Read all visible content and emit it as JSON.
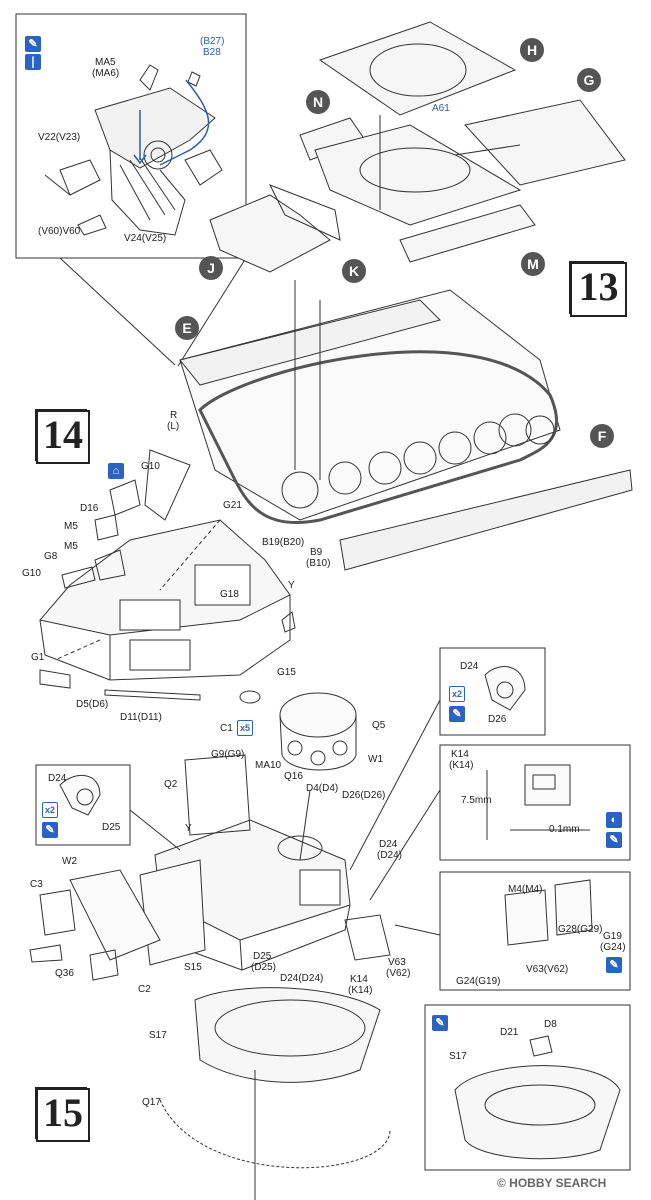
{
  "steps": {
    "s13": "13",
    "s14": "14",
    "s15": "15"
  },
  "callouts": {
    "H": "H",
    "G": "G",
    "N": "N",
    "M": "M",
    "J": "J",
    "K": "K",
    "E": "E",
    "F": "F"
  },
  "icons": {
    "paint": "paint-brush-icon",
    "glue": "glue-icon",
    "x2": "x2",
    "x5": "x5",
    "optional": "optional-icon",
    "cement": "cement-icon"
  },
  "step13": {
    "MA5": "MA5",
    "MA6": "(MA6)",
    "B27": "(B27)",
    "B28": "B28",
    "V22": "V22(V23)",
    "V60": "(V60)V60",
    "V24": "V24(V25)",
    "A61": "A61",
    "R": "R",
    "L": "(L)",
    "B19": "B19(B20)",
    "B9": "B9",
    "B10": "(B10)"
  },
  "step14": {
    "G10a": "G10",
    "D16": "D16",
    "M5a": "M5",
    "M5b": "M5",
    "G8": "G8",
    "G10b": "G10",
    "G21": "G21",
    "Y": "Y",
    "G18": "G18",
    "G1": "G1",
    "D5": "D5(D6)",
    "D11": "D11(D11)",
    "G15": "G15",
    "C1": "C1"
  },
  "step15": {
    "D24a": "D24",
    "D26": "D26",
    "K14": "K14",
    "K14b": "(K14)",
    "dim75": "7.5mm",
    "dim01": "0.1mm",
    "Q5": "Q5",
    "W1": "W1",
    "G9": "G9(G9)",
    "MA10": "MA10",
    "Q2": "Q2",
    "Q16": "Q16",
    "D4": "D4(D4)",
    "D26b": "D26(D26)",
    "D24b": "D24",
    "D24c": "(D24)",
    "D24d": "D24",
    "D25": "D25",
    "Y": "Y",
    "W2": "W2",
    "C3": "C3",
    "Q36": "Q36",
    "C2": "C2",
    "S15": "S15",
    "D25b": "D25",
    "D25c": "(D25)",
    "D24e": "D24(D24)",
    "K14c": "K14",
    "K14d": "(K14)",
    "V63": "V63",
    "V62": "(V62)",
    "M4": "M4(M4)",
    "G28": "G28(G29)",
    "G19": "G19",
    "G24": "(G24)",
    "G24b": "G24(G19)",
    "V63b": "V63(V62)",
    "S17": "S17",
    "Q17": "Q17",
    "D21": "D21",
    "D8": "D8",
    "S17b": "S17"
  },
  "watermark": "© HOBBY SEARCH"
}
